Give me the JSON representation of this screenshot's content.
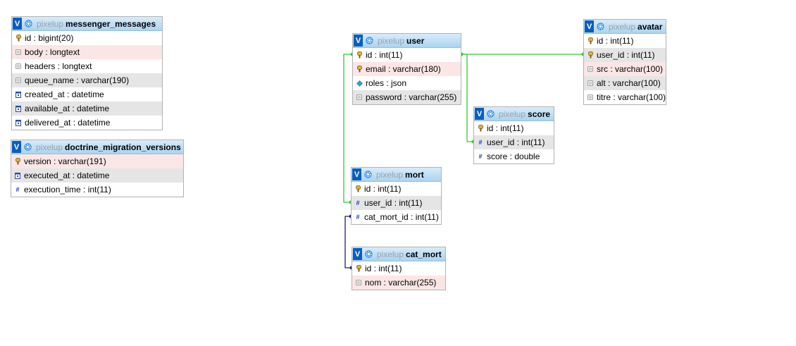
{
  "diagram": {
    "tables": [
      {
        "key": "messenger_messages",
        "db": "pixelup",
        "name": "messenger_messages",
        "toggle": "V",
        "columns": [
          {
            "label": "id : bigint(20)",
            "icon": "key-icon",
            "style": "white"
          },
          {
            "label": "body : longtext",
            "icon": "column-icon",
            "style": "pink"
          },
          {
            "label": "headers : longtext",
            "icon": "column-icon",
            "style": "white"
          },
          {
            "label": "queue_name : varchar(190)",
            "icon": "column-icon",
            "style": "grey"
          },
          {
            "label": "created_at : datetime",
            "icon": "datetime-icon",
            "style": "white"
          },
          {
            "label": "available_at : datetime",
            "icon": "datetime-icon",
            "style": "grey"
          },
          {
            "label": "delivered_at : datetime",
            "icon": "datetime-icon",
            "style": "white"
          }
        ]
      },
      {
        "key": "doctrine_migration_versions",
        "db": "pixelup",
        "name": "doctrine_migration_versions",
        "toggle": "V",
        "columns": [
          {
            "label": "version : varchar(191)",
            "icon": "key-icon",
            "style": "pink"
          },
          {
            "label": "executed_at : datetime",
            "icon": "datetime-icon",
            "style": "grey"
          },
          {
            "label": "execution_time : int(11)",
            "icon": "numeric-icon",
            "style": "white"
          }
        ]
      },
      {
        "key": "user",
        "db": "pixelup",
        "name": "user",
        "toggle": "V",
        "columns": [
          {
            "label": "id : int(11)",
            "icon": "key-icon",
            "style": "white"
          },
          {
            "label": "email : varchar(180)",
            "icon": "key-icon",
            "style": "pink"
          },
          {
            "label": "roles : json",
            "icon": "json-icon",
            "style": "white"
          },
          {
            "label": "password : varchar(255)",
            "icon": "column-icon",
            "style": "grey"
          }
        ]
      },
      {
        "key": "avatar",
        "db": "pixelup",
        "name": "avatar",
        "toggle": "V",
        "columns": [
          {
            "label": "id : int(11)",
            "icon": "key-icon",
            "style": "white"
          },
          {
            "label": "user_id : int(11)",
            "icon": "key-icon",
            "style": "grey"
          },
          {
            "label": "src : varchar(100)",
            "icon": "column-icon",
            "style": "pink"
          },
          {
            "label": "alt : varchar(100)",
            "icon": "column-icon",
            "style": "grey"
          },
          {
            "label": "titre : varchar(100)",
            "icon": "column-icon",
            "style": "white"
          }
        ]
      },
      {
        "key": "score",
        "db": "pixelup",
        "name": "score",
        "toggle": "V",
        "columns": [
          {
            "label": "id : int(11)",
            "icon": "key-icon",
            "style": "white"
          },
          {
            "label": "user_id : int(11)",
            "icon": "numeric-icon",
            "style": "grey"
          },
          {
            "label": "score : double",
            "icon": "numeric-icon",
            "style": "white"
          }
        ]
      },
      {
        "key": "mort",
        "db": "pixelup",
        "name": "mort",
        "toggle": "V",
        "columns": [
          {
            "label": "id : int(11)",
            "icon": "key-icon",
            "style": "white"
          },
          {
            "label": "user_id : int(11)",
            "icon": "numeric-icon",
            "style": "grey"
          },
          {
            "label": "cat_mort_id : int(11)",
            "icon": "numeric-icon",
            "style": "white"
          }
        ]
      },
      {
        "key": "cat_mort",
        "db": "pixelup",
        "name": "cat_mort",
        "toggle": "V",
        "columns": [
          {
            "label": "id : int(11)",
            "icon": "key-icon",
            "style": "white"
          },
          {
            "label": "nom : varchar(255)",
            "icon": "column-icon",
            "style": "pink"
          }
        ]
      }
    ],
    "relations": [
      {
        "from": "avatar.user_id",
        "to": "user.id",
        "color": "#2ecc2e"
      },
      {
        "from": "score.user_id",
        "to": "user.id",
        "color": "#2ecc2e"
      },
      {
        "from": "mort.user_id",
        "to": "user.id",
        "color": "#2ecc2e"
      },
      {
        "from": "mort.cat_mort_id",
        "to": "cat_mort.id",
        "color": "#1a1a8c"
      }
    ],
    "colors": {
      "row_pink": "#fbe6e6",
      "row_grey": "#e5e5e5",
      "toggle_blue": "#0a5ec2",
      "header_blue": "#abd3f0",
      "link_green": "#2ecc2e",
      "link_navy": "#1a1a8c"
    }
  }
}
